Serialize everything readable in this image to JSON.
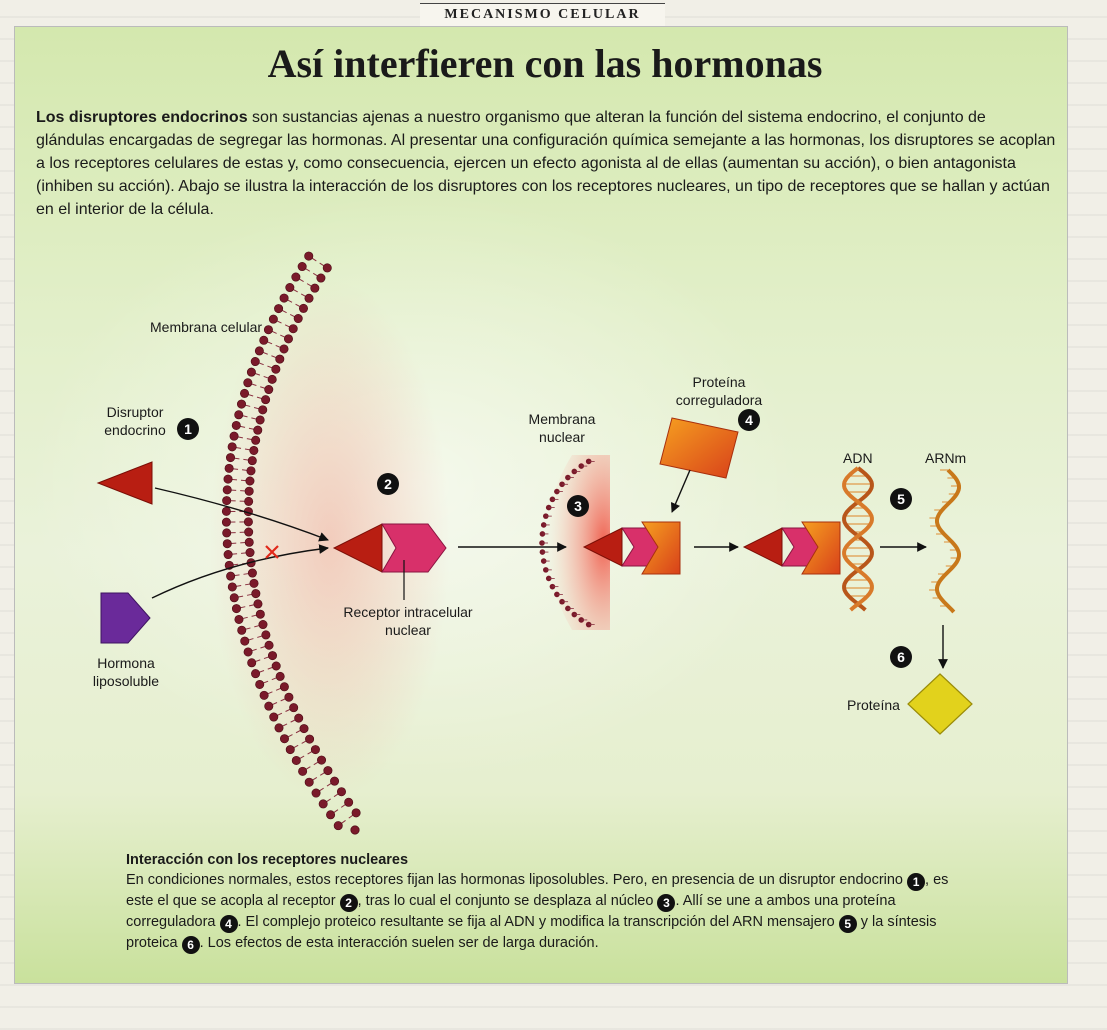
{
  "header": {
    "section_tag": "MECANISMO CELULAR",
    "title": "Así interfieren con las hormonas"
  },
  "intro": {
    "lead": "Los disruptores endocrinos",
    "text": " son sustancias ajenas a nuestro organismo que alteran la función del sistema endocrino, el conjunto de glándulas encargadas de segregar las hormonas. Al presentar una configuración química semejante a las hormonas, los disruptores se acoplan a los receptores celulares de estas y, como consecuencia, ejercen un efecto agonista al de ellas (aumentan su acción), o bien antagonista (inhiben su acción). Abajo se ilustra la interacción de los disruptores con los receptores nucleares, un tipo de receptores que se hallan y actúan en el interior de la célula."
  },
  "labels": {
    "membrana_celular": "Membrana celular",
    "disruptor_l1": "Disruptor",
    "disruptor_l2": "endocrino",
    "hormona_l1": "Hormona",
    "hormona_l2": "liposoluble",
    "receptor_l1": "Receptor intracelular",
    "receptor_l2": "nuclear",
    "membrana_nuclear_l1": "Membrana",
    "membrana_nuclear_l2": "nuclear",
    "proteina_corr_l1": "Proteína",
    "proteina_corr_l2": "correguladora",
    "adn": "ADN",
    "arnm": "ARNm",
    "proteina": "Proteína"
  },
  "numbers": [
    "1",
    "2",
    "3",
    "4",
    "5",
    "6"
  ],
  "caption": {
    "title": "Interacción con los receptores nucleares",
    "p1": "En condiciones normales, estos receptores fijan las hormonas liposolubles. Pero, en presencia de un disruptor endocrino ",
    "p2": ", es este el que se acopla al receptor ",
    "p3": ", tras lo cual el conjunto se desplaza al núcleo ",
    "p4": ". Allí se une a ambos una proteína correguladora ",
    "p5": ". El complejo proteico resultante se fija al ADN y modifica la transcripción del ARN mensajero ",
    "p6": " y la síntesis proteica ",
    "p7": ". Los efectos de esta interacción suelen ser de larga duración."
  },
  "colors": {
    "disruptor": "#b81e12",
    "hormona": "#6a2a9a",
    "receptor": "#d8306a",
    "correguladora": "#e8681a",
    "proteina": "#e2d21c",
    "membrana": "#7a1a2a",
    "numero": "#111111"
  }
}
